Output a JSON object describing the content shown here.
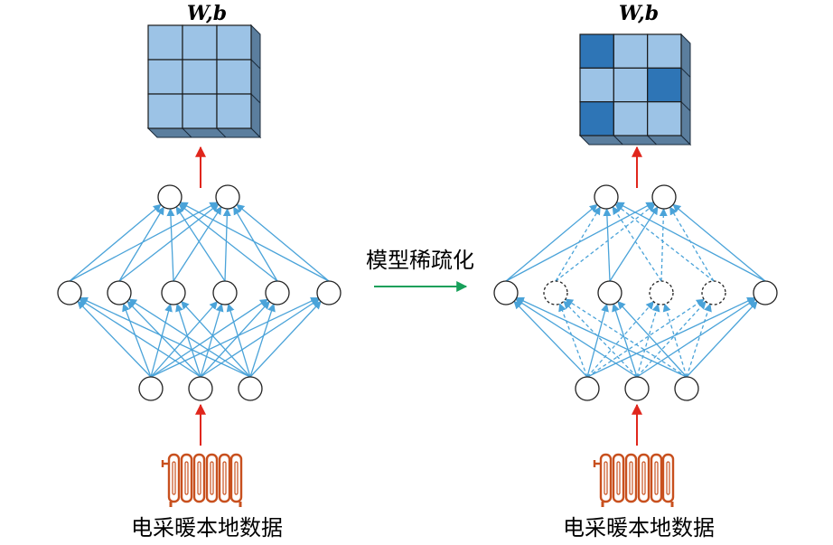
{
  "left_panel": {
    "matrix_label": "W,b",
    "input_label": "电采暖本地数据",
    "weight_cells": [
      "light",
      "light",
      "light",
      "light",
      "light",
      "light",
      "light",
      "light",
      "light"
    ]
  },
  "right_panel": {
    "matrix_label": "W,b",
    "input_label": "电采暖本地数据",
    "weight_cells": [
      "dark",
      "light",
      "light",
      "light",
      "light",
      "dark",
      "dark",
      "light",
      "light"
    ],
    "pruned_hidden_nodes": [
      1,
      3,
      4
    ]
  },
  "transition": {
    "label": "模型稀疏化"
  },
  "colors": {
    "cube_light": "#9cc3e6",
    "cube_dark": "#2e75b6",
    "cube_side": "#5b7e9e",
    "connection": "#4aa3d9",
    "red_arrow": "#e0261c",
    "green_arrow": "#17a05a",
    "heater": "#c8501e"
  }
}
